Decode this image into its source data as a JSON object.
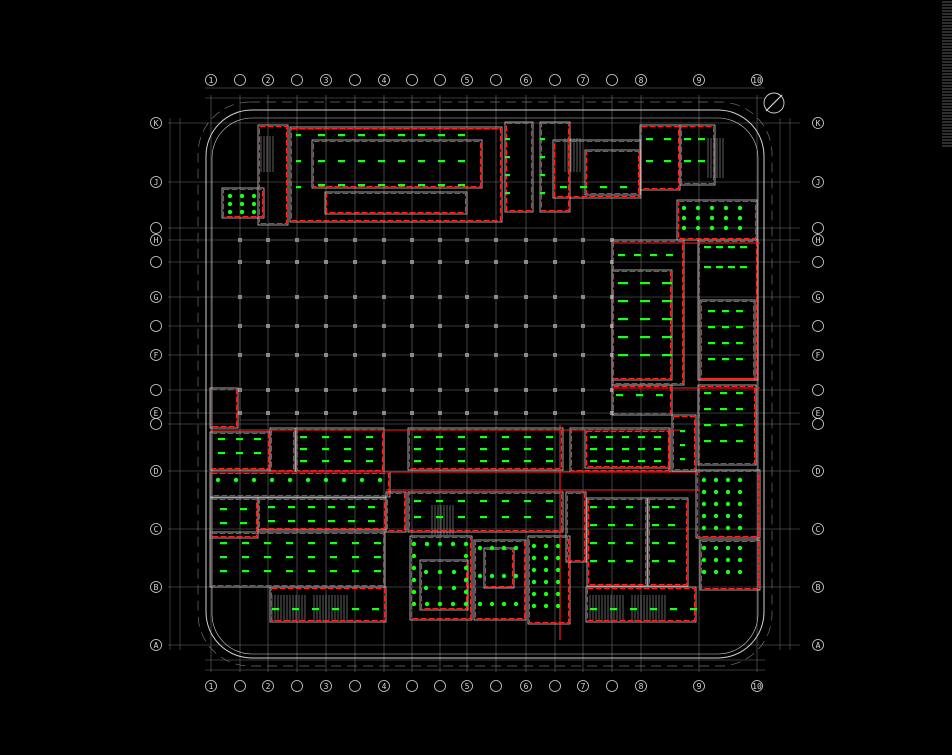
{
  "colors": {
    "background": "#000000",
    "grid": "#6f6f6f",
    "wall": "#cfcfcf",
    "wiring": "#ff2020",
    "fixture": "#19ff19",
    "bubble": "#d8d8d8"
  },
  "axes": {
    "top_columns": [
      "1",
      "",
      "2",
      "",
      "3",
      "",
      "4",
      "",
      "",
      "5",
      "",
      "6",
      "",
      "7",
      "",
      "8",
      "9",
      "10"
    ],
    "bottom_columns": [
      "1",
      "",
      "2",
      "",
      "3",
      "",
      "4",
      "",
      "",
      "5",
      "",
      "6",
      "",
      "7",
      "",
      "8",
      "9",
      "10"
    ],
    "left_rows": [
      "K",
      "J",
      "",
      "H",
      "",
      "G",
      "",
      "F",
      "",
      "E",
      "",
      "D",
      "C",
      "B",
      "A"
    ],
    "right_rows": [
      "K",
      "J",
      "",
      "H",
      "",
      "G",
      "",
      "F",
      "",
      "E",
      "",
      "D",
      "C",
      "B",
      "A"
    ]
  },
  "north_icon": "north-arrow-icon"
}
